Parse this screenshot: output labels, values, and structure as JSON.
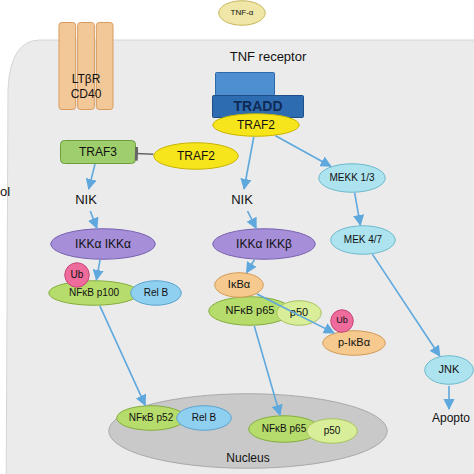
{
  "diagram": {
    "nodes": [
      {
        "text": [
          "TNF-α"
        ]
      },
      {
        "text": [
          "TNF receptor"
        ]
      },
      {
        "text": [
          "LTβR CD40"
        ]
      },
      {
        "text": [
          "TRADD"
        ]
      },
      {
        "text": [
          "TRAF3"
        ]
      },
      {
        "text": [
          "TRAF2"
        ]
      },
      {
        "text": [
          "TRAF2"
        ]
      },
      {
        "text": [
          "NIK"
        ]
      },
      {
        "text": [
          "NIK"
        ]
      },
      {
        "text": [
          "MEKK 1/3"
        ]
      },
      {
        "text": [
          "IKKα IKKα"
        ]
      },
      {
        "text": [
          "IKKα IKKβ"
        ]
      },
      {
        "text": [
          "MEK 4/7"
        ]
      },
      {
        "text": [
          "Ub"
        ]
      },
      {
        "text": [
          "IκBα"
        ]
      },
      {
        "text": [
          "NFκB p100"
        ]
      },
      {
        "text": [
          "Rel B"
        ]
      },
      {
        "text": [
          "NFκB p65"
        ]
      },
      {
        "text": [
          "p50"
        ]
      },
      {
        "text": [
          "Ub"
        ]
      },
      {
        "text": [
          "p-IκBα"
        ]
      },
      {
        "text": [
          "JNK"
        ]
      },
      {
        "text": [
          "Nucleus"
        ]
      },
      {
        "text": [
          "NFκB p52"
        ],
        "in": 22
      },
      {
        "text": [
          "Rel B"
        ],
        "in": 22
      },
      {
        "text": [
          "NFκB p65"
        ],
        "in": 22
      },
      {
        "text": [
          "p50"
        ],
        "in": 22
      }
    ],
    "edges": [
      {
        "from": 4,
        "to": 7,
        "arrow": "to"
      },
      {
        "from": 6,
        "to": 4,
        "arrow": "to"
      },
      {
        "from": 7,
        "to": 10,
        "arrow": "to"
      },
      {
        "from": 10,
        "to": 15,
        "arrow": "to"
      },
      {
        "from": 15,
        "to": 23,
        "arrow": "to"
      },
      {
        "from": 5,
        "to": 8,
        "arrow": "to"
      },
      {
        "from": 8,
        "to": 11,
        "arrow": "to"
      },
      {
        "from": 11,
        "to": 14,
        "arrow": "to"
      },
      {
        "from": 14,
        "to": 20,
        "arrow": "to"
      },
      {
        "from": 17,
        "to": 25,
        "arrow": "to"
      },
      {
        "from": 5,
        "to": 9,
        "arrow": "to"
      },
      {
        "from": 9,
        "to": 12,
        "arrow": "to"
      },
      {
        "from": 12,
        "to": 21,
        "arrow": "to"
      }
    ],
    "labels": [
      "ol",
      "Apopto"
    ]
  }
}
